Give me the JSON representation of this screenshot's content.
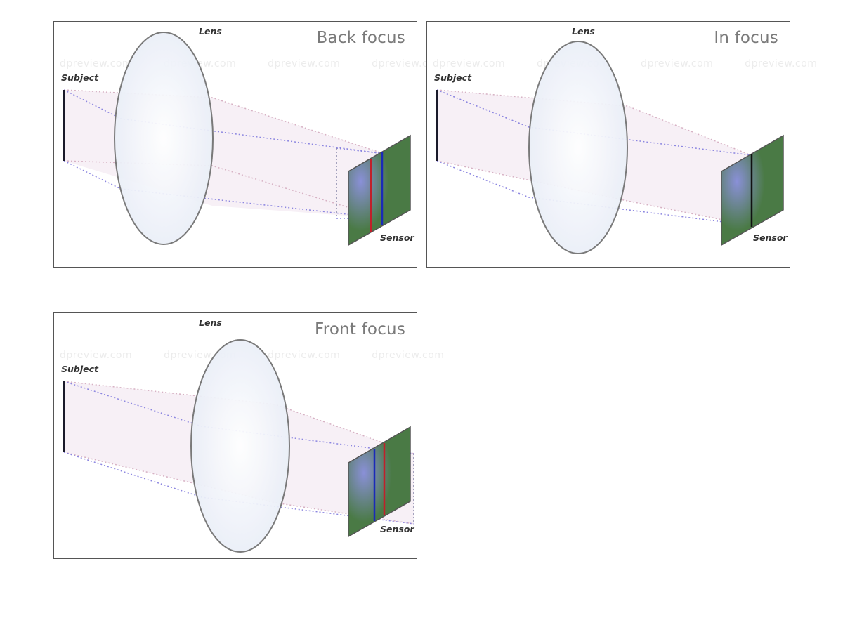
{
  "panels": {
    "back": {
      "title": "Back focus",
      "lens_label": "Lens",
      "subject_label": "Subject",
      "sensor_label": "Sensor",
      "watermark": "dpreview.com dpreview.com dpreview.com dpreview.com"
    },
    "in": {
      "title": "In focus",
      "lens_label": "Lens",
      "subject_label": "Subject",
      "sensor_label": "Sensor",
      "watermark": "dpreview.com dpreview.com dpreview.com dpreview.com"
    },
    "front": {
      "title": "Front focus",
      "lens_label": "Lens",
      "subject_label": "Subject",
      "sensor_label": "Sensor",
      "watermark": "dpreview.com dpreview.com dpreview.com dpreview.com"
    }
  },
  "colors": {
    "sensor_green": "#4a7a45",
    "sensor_glow": "#8a90d8",
    "focus_red": "#c0202a",
    "focus_blue": "#1a2ab8",
    "ray_blue": "#8c86e0",
    "ray_pink": "#d7b2c4",
    "lens_fill": "#eef2f9",
    "lens_stroke": "#707070"
  }
}
